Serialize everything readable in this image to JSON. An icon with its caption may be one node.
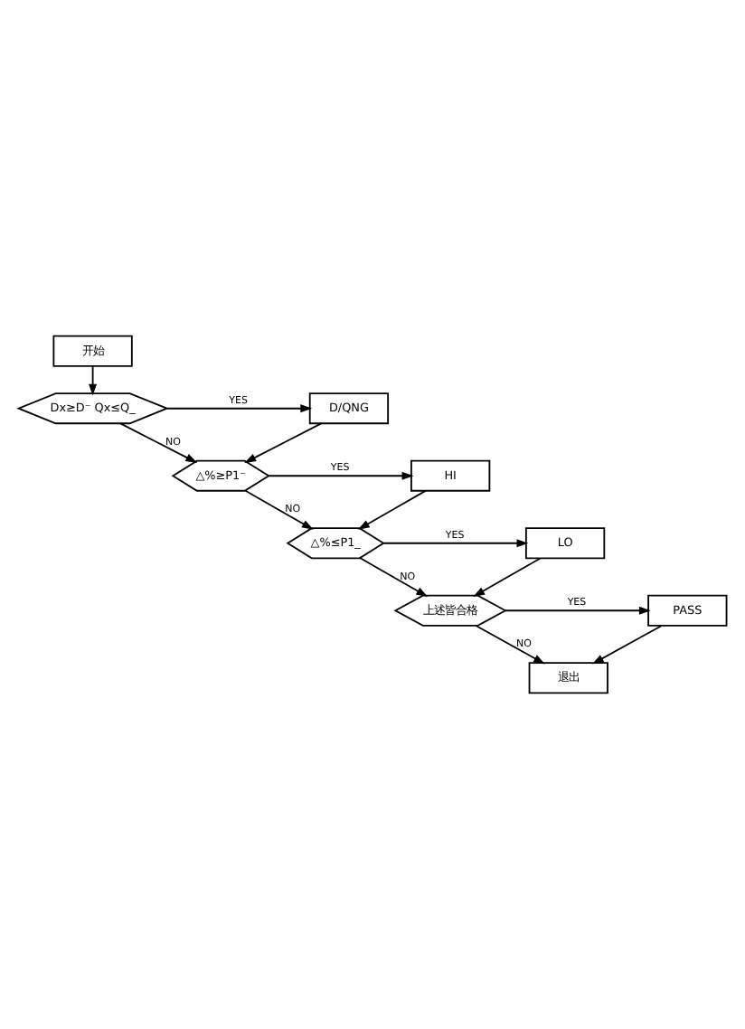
{
  "diagram": {
    "nodes": [
      {
        "text": [
          "开始"
        ]
      },
      {
        "text": [
          "Dx≥D⁻ Qx≤Q_"
        ]
      },
      {
        "text": [
          "D/QNG"
        ]
      },
      {
        "text": [
          "△%≥P1⁻"
        ]
      },
      {
        "text": [
          "HI"
        ]
      },
      {
        "text": [
          "△%≤P1_"
        ]
      },
      {
        "text": [
          "LO"
        ]
      },
      {
        "text": [
          "上述皆合格"
        ]
      },
      {
        "text": [
          "PASS"
        ]
      },
      {
        "text": [
          "退出"
        ]
      }
    ],
    "edges": [
      {
        "from": 0,
        "to": 1,
        "arrow": "to"
      },
      {
        "from": 1,
        "to": 2,
        "arrow": "to",
        "label": "YES"
      },
      {
        "from": 1,
        "to": 3,
        "arrow": "to",
        "label": "NO"
      },
      {
        "from": 2,
        "to": 3,
        "arrow": "to"
      },
      {
        "from": 3,
        "to": 4,
        "arrow": "to",
        "label": "YES"
      },
      {
        "from": 3,
        "to": 5,
        "arrow": "to",
        "label": "NO"
      },
      {
        "from": 4,
        "to": 5,
        "arrow": "to"
      },
      {
        "from": 5,
        "to": 6,
        "arrow": "to",
        "label": "YES"
      },
      {
        "from": 5,
        "to": 7,
        "arrow": "to",
        "label": "NO"
      },
      {
        "from": 6,
        "to": 7,
        "arrow": "to"
      },
      {
        "from": 7,
        "to": 8,
        "arrow": "to",
        "label": "YES"
      },
      {
        "from": 7,
        "to": 9,
        "arrow": "to",
        "label": "NO"
      },
      {
        "from": 8,
        "to": 9,
        "arrow": "to"
      }
    ]
  }
}
